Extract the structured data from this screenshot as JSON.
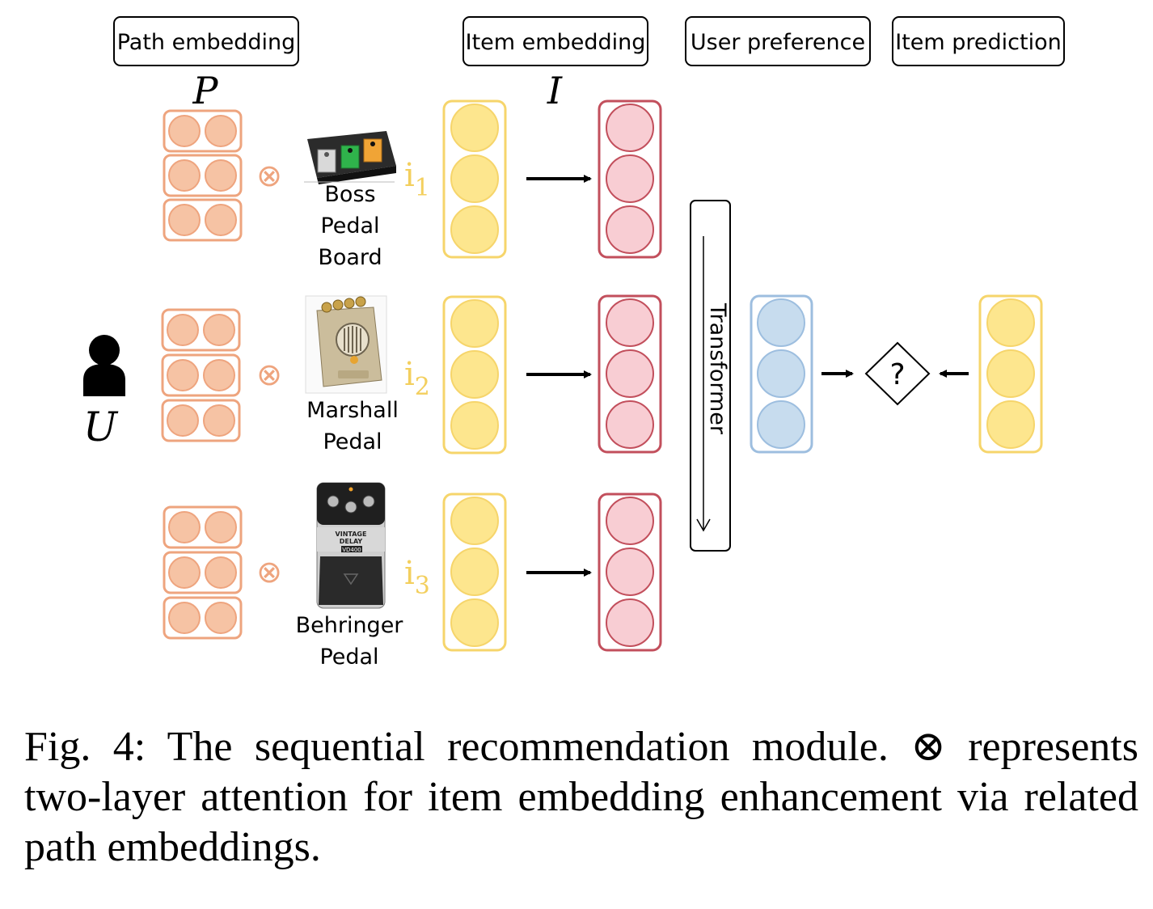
{
  "headers": {
    "path_embedding": "Path embedding",
    "item_embedding": "Item embedding",
    "user_preference": "User preference",
    "item_prediction": "Item prediction"
  },
  "symbols": {
    "P": "P",
    "I": "I",
    "U": "U",
    "otimes": "⊗",
    "question": "?"
  },
  "items": [
    {
      "id": "i",
      "subscript": "1",
      "name_lines": [
        "Boss",
        "Pedal",
        "Board"
      ],
      "image": "boss-pedal-board-photo"
    },
    {
      "id": "i",
      "subscript": "2",
      "name_lines": [
        "Marshall",
        "Pedal"
      ],
      "image": "marshall-pedal-photo"
    },
    {
      "id": "i",
      "subscript": "3",
      "name_lines": [
        "Behringer",
        "Pedal"
      ],
      "image": "behringer-pedal-photo"
    }
  ],
  "transformer_label": "Transformer",
  "pedal_text": {
    "vintage": "VINTAGE",
    "delay": "DELAY",
    "model": "VD400"
  },
  "colors": {
    "path_fill": "#f6c3a4",
    "path_stroke": "#eea47e",
    "item_fill": "#fde68e",
    "item_stroke": "#f6d56b",
    "subscript_text": "#f3cf5e",
    "pink_fill": "#f8cdd3",
    "pink_stroke": "#c24f5c",
    "blue_fill": "#c7dcee",
    "blue_stroke": "#9dbedf"
  },
  "caption": "Fig. 4: The sequential recommendation module. ⊗ represents two-layer attention for item embedding enhancement via related path embeddings."
}
